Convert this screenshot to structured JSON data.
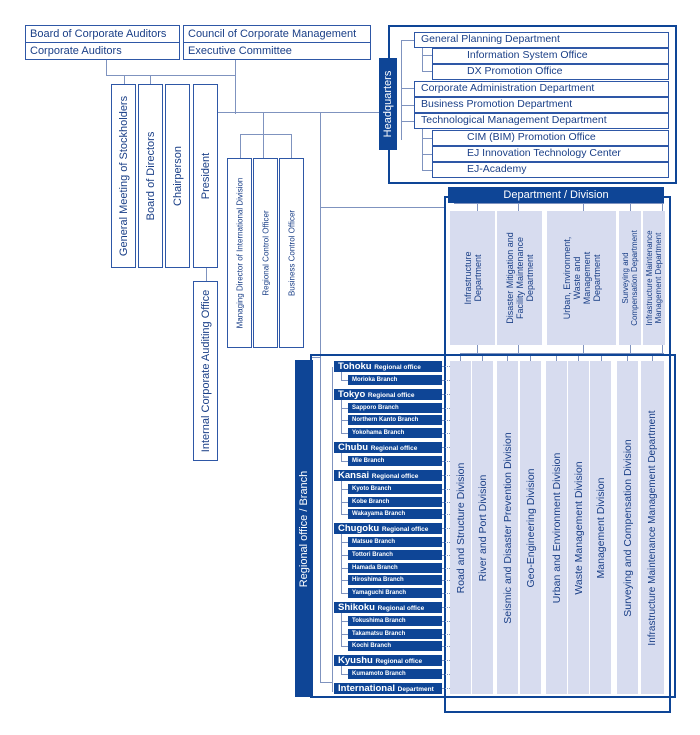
{
  "top_boxes": {
    "auditors_board": "Board of Corporate Auditors",
    "auditors": "Corporate Auditors",
    "council": "Council of Corporate Management",
    "executive": "Executive Committee"
  },
  "vertical_boxes": {
    "stockholders": "General Meeting of Stockholders",
    "directors": "Board of Directors",
    "chairperson": "Chairperson",
    "president": "President",
    "internal_audit": "Internal Corporate Auditing Office",
    "managing_director": "Managing Director of International Division",
    "regional_control": "Regional Control Officer",
    "business_control": "Business Control Officer"
  },
  "headquarters": {
    "label": "Headquarters",
    "items": [
      {
        "label": "General Planning Department",
        "level": 1
      },
      {
        "label": "Information System Office",
        "level": 2
      },
      {
        "label": "DX Promotion Office",
        "level": 2
      },
      {
        "label": "Corporate Administration Department",
        "level": 1
      },
      {
        "label": "Business Promotion Department",
        "level": 1
      },
      {
        "label": "Technological Management Department",
        "level": 1
      },
      {
        "label": "CIM (BIM) Promotion Office",
        "level": 2
      },
      {
        "label": "EJ Innovation Technology Center",
        "level": 2
      },
      {
        "label": "EJ-Academy",
        "level": 2
      }
    ]
  },
  "department_division": {
    "title": "Department / Division",
    "departments": [
      "Infrastructure\nDepartment",
      "Disaster Mitigation and\nFacility Maintenance\nDepartment",
      "Urban, Environment,\nWaste and\nManagement\nDepartment",
      "Surveying and\nCompensation Department",
      "Infrastructure Maintenance\nManagement Department"
    ],
    "divisions": [
      "Road and Structure Division",
      "River and Port Division",
      "Seismic  and Disaster Prevention Division",
      "Geo-Engineering Division",
      "Urban and Environment Division",
      "Waste Management Division",
      "Management Division",
      "Surveying and Compensation Division",
      "Infrastructure Maintenance Management Department"
    ]
  },
  "regional": {
    "title": "Regional office / Branch",
    "offices": [
      {
        "name": "Tohoku",
        "suffix": "Regional office",
        "branches": [
          "Morioka Branch"
        ]
      },
      {
        "name": "Tokyo",
        "suffix": "Regional office",
        "branches": [
          "Sapporo Branch",
          "Northern Kanto Branch",
          "Yokohama Branch"
        ]
      },
      {
        "name": "Chubu",
        "suffix": "Regional office",
        "branches": [
          "Mie Branch"
        ]
      },
      {
        "name": "Kansai",
        "suffix": "Regional office",
        "branches": [
          "Kyoto Branch",
          "Kobe Branch",
          "Wakayama Branch"
        ]
      },
      {
        "name": "Chugoku",
        "suffix": "Regional office",
        "branches": [
          "Matsue Branch",
          "Tottori Branch",
          "Hamada Branch",
          "Hiroshima Branch",
          "Yamaguchi Branch"
        ]
      },
      {
        "name": "Shikoku",
        "suffix": "Regional office",
        "branches": [
          "Tokushima Branch",
          "Takamatsu Branch",
          "Kochi Branch"
        ]
      },
      {
        "name": "Kyushu",
        "suffix": "Regional office",
        "branches": [
          "Kumamoto Branch"
        ]
      },
      {
        "name": "International",
        "suffix": "Department",
        "branches": []
      }
    ]
  },
  "colors": {
    "navy": "#0e4596",
    "lavender": "#d7dcef",
    "line": "#7f93bf"
  }
}
